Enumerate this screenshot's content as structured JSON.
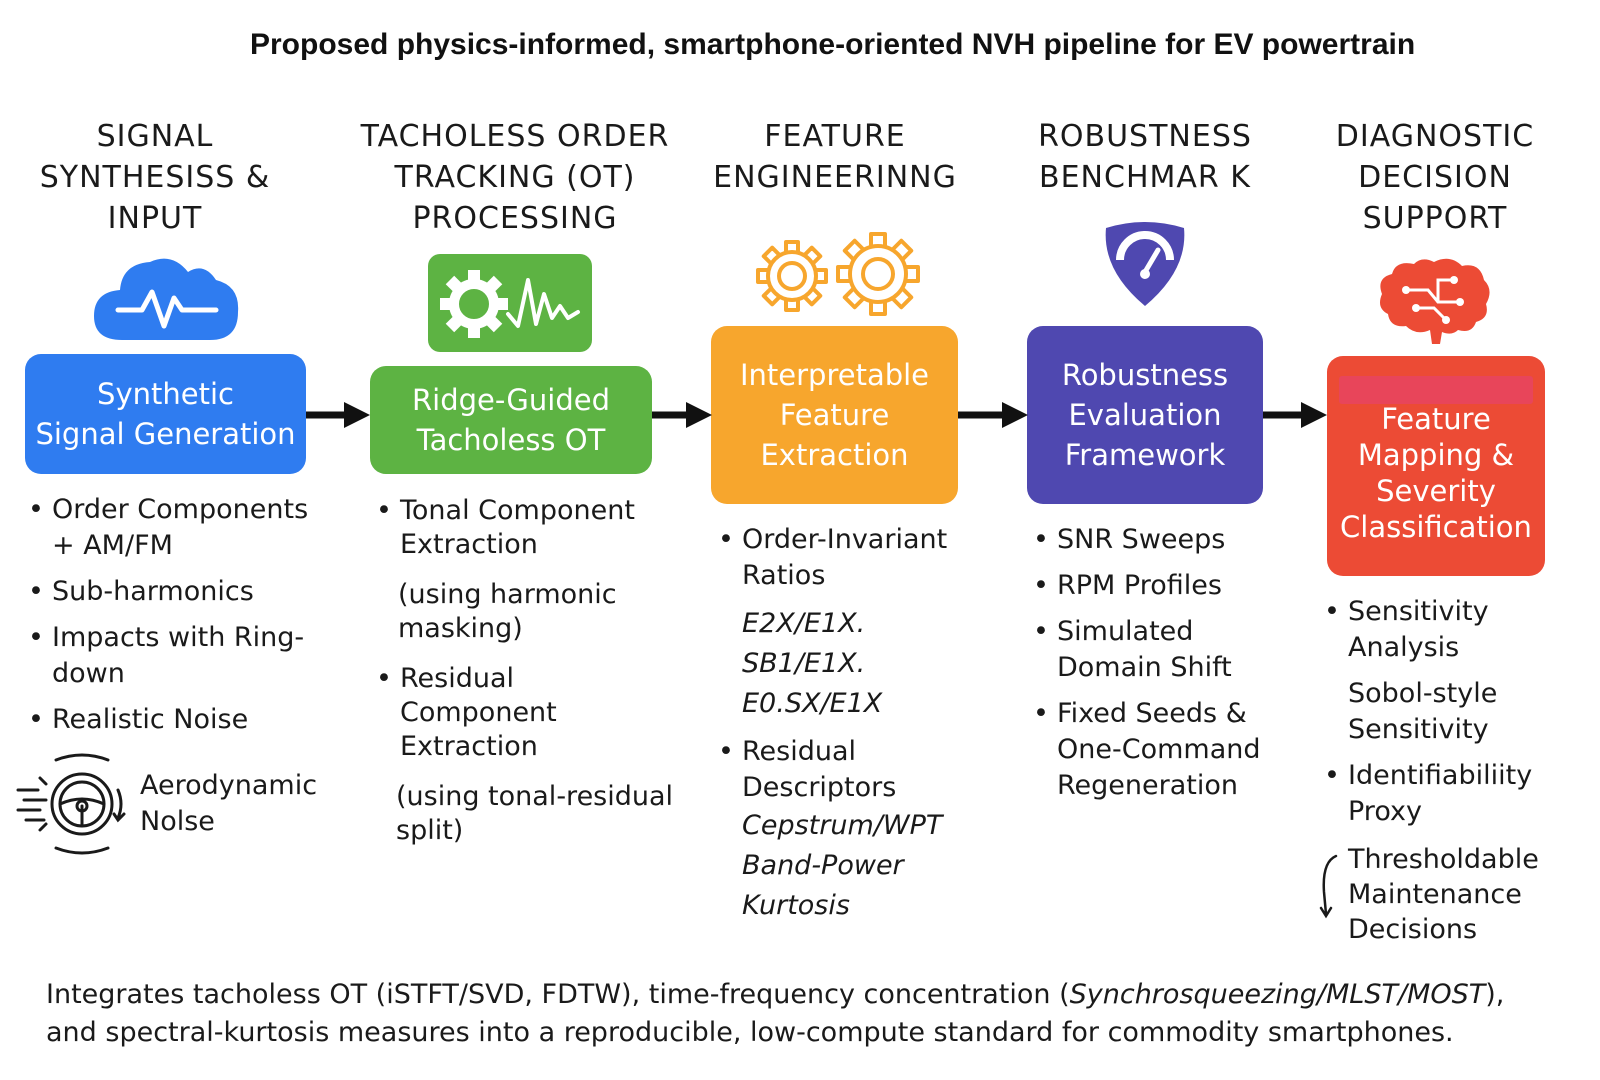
{
  "title": "Proposed physics-informed, smartphone-oriented NVH pipeline for EV powertrain",
  "stages": [
    {
      "heading": [
        "SIGNAL",
        "SYNTHESISS &",
        "INPUT"
      ],
      "icon": "cloud-pulse-icon",
      "box": [
        "Synthetic",
        "Signal Generation"
      ],
      "color": "#2f7cf0",
      "items": [
        "Order Components",
        "+ AM/FM",
        "Sub-harmonics",
        "Impacts with Ring-",
        "down",
        "Realistic Noise"
      ],
      "extra_icon": "steering-wheel-airflow-icon",
      "extra_label": [
        "Aerodynamic",
        "Nolse"
      ]
    },
    {
      "heading": [
        "TACHOLESS ORDER",
        "TRACKING (OT)",
        "PROCESSING"
      ],
      "icon": "gear-waveform-icon",
      "box": [
        "Ridge-Guided",
        "Tacholess OT"
      ],
      "color": "#5db343",
      "items": [
        "Tonal Component",
        "Extraction",
        "(using harmonic",
        "masking)",
        "Residual",
        "Component",
        "Extraction",
        "(using tonal-residual",
        "split)"
      ]
    },
    {
      "heading": [
        "FEATURE",
        "ENGINEERINNG"
      ],
      "icon": "twin-gears-icon",
      "box": [
        "Interpretable",
        "Feature",
        "Extraction"
      ],
      "color": "#f7a62d",
      "items": [
        "Order-Invariant",
        "Ratios",
        "E2X/E1X.",
        "SB1/E1X.",
        "E0.SX/E1X",
        "Residual",
        "Descriptors",
        "Cepstrum/WPT",
        "Band-Power",
        "Kurtosis"
      ]
    },
    {
      "heading": [
        "ROBUSTNESS",
        "BENCHMAR K"
      ],
      "icon": "gauge-shield-icon",
      "box": [
        "Robustness",
        "Evaluation",
        "Framework"
      ],
      "color": "#4f48b0",
      "items": [
        "SNR Sweeps",
        "RPM Profiles",
        "Simulated",
        "Domain Shift",
        "Fixed Seeds &",
        "One-Command",
        "Regeneration"
      ]
    },
    {
      "heading": [
        "DIAGNOSTIC",
        "DECISION",
        "SUPPORT"
      ],
      "icon": "brain-circuit-icon",
      "box": [
        "Feature",
        "Mapping &",
        "Severity",
        "Classification"
      ],
      "color": "#ec4b35",
      "items": [
        "Sensitivity",
        "Analysis",
        "Sobol-style",
        "Sensitivity",
        "Identifiabiliity",
        "Proxy",
        "Thresholdable",
        "Maintenance",
        "Decisions"
      ]
    }
  ],
  "footer": {
    "line1_a": "Integrates tacholess OT (iSTFT/SVD, FDTW), time-frequency concentration (",
    "line1_em": "Synchrosqueezing/MLST/MOST",
    "line1_b": "),",
    "line2": "and spectral-kurtosis measures into a reproducible, low-compute standard for commodity smartphones."
  }
}
